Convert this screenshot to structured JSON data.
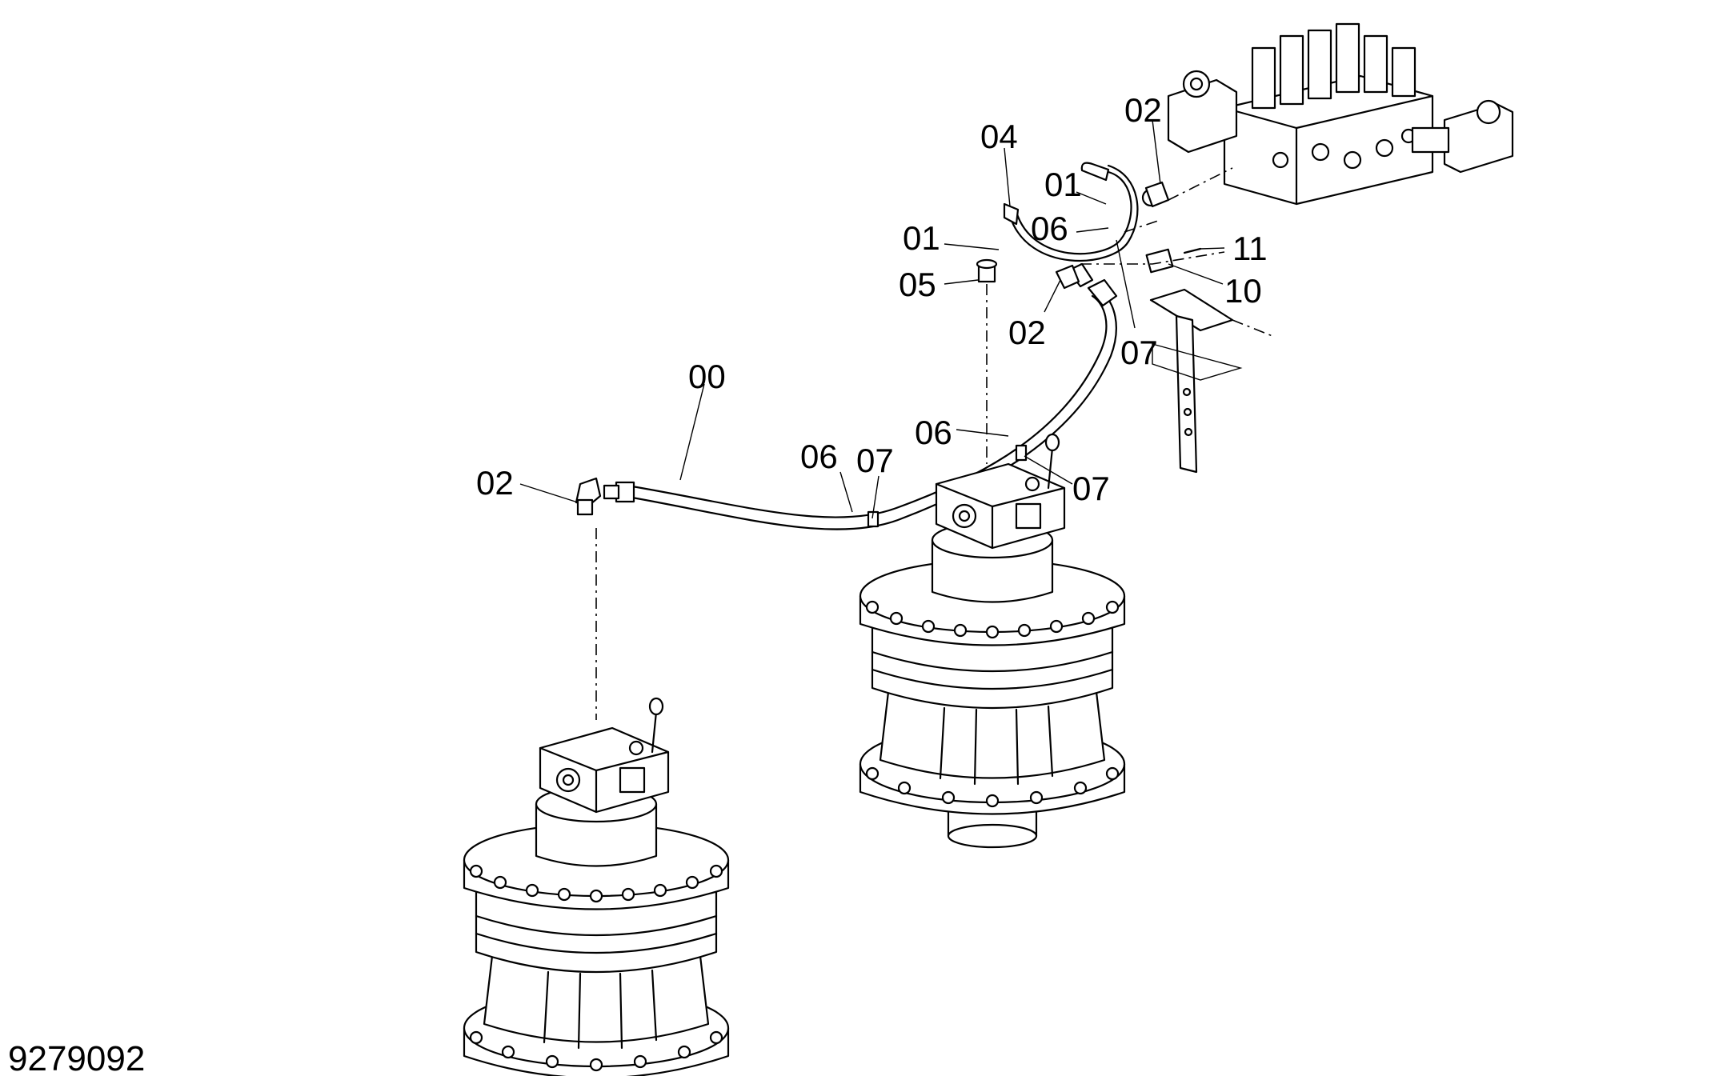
{
  "document_number": "9279092",
  "callouts": {
    "c00": "00",
    "c01a": "01",
    "c01b": "01",
    "c02a": "02",
    "c02b": "02",
    "c02c": "02",
    "c04": "04",
    "c05": "05",
    "c06a": "06",
    "c06b": "06",
    "c06c": "06",
    "c07a": "07",
    "c07b": "07",
    "c07c": "07",
    "c10": "10",
    "c11": "11"
  }
}
